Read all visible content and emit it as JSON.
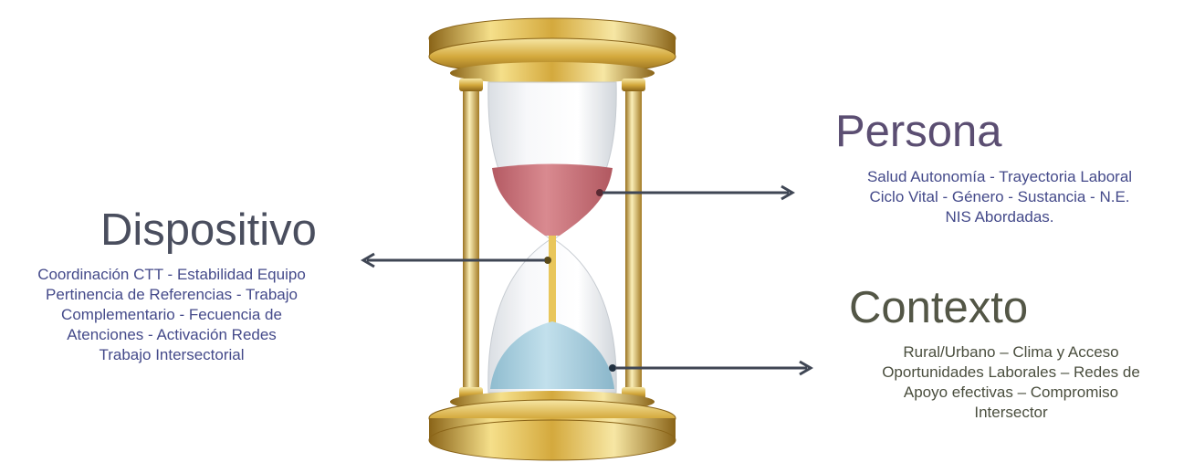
{
  "colors": {
    "dispositivo_title": "#4a4e5e",
    "persona_title": "#5b4e72",
    "contexto_title": "#535646",
    "desc_blue": "#444a8a",
    "desc_olive": "#4a4e3e",
    "arrow": "#3f4654",
    "gold_light": "#f5df8a",
    "gold_mid": "#d4a93d",
    "gold_dark": "#8a6418",
    "sand_top": "#c96e76",
    "sand_bottom": "#a9cfe0"
  },
  "icons": {
    "hourglass": "hourglass-icon"
  },
  "dispositivo": {
    "title": "Dispositivo",
    "lines": [
      "Coordinación CTT - Estabilidad Equipo",
      "Pertinencia de Referencias - Trabajo",
      "Complementario - Fecuencia de",
      "Atenciones - Activación Redes",
      "Trabajo Intersectorial"
    ]
  },
  "persona": {
    "title": "Persona",
    "lines": [
      "Salud  Autonomía - Trayectoria Laboral",
      "Ciclo Vital - Género - Sustancia - N.E.",
      "NIS Abordadas."
    ]
  },
  "contexto": {
    "title": "Contexto",
    "lines": [
      "Rural/Urbano – Clima y Acceso",
      "Oportunidades Laborales – Redes de",
      "Apoyo efectivas – Compromiso",
      "Intersector"
    ]
  }
}
